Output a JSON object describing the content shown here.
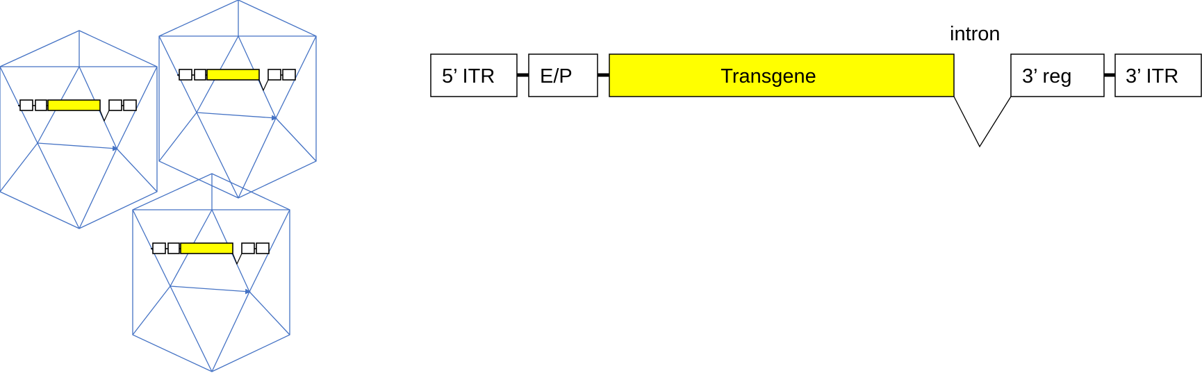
{
  "construct": {
    "itr5_label": "5’ ITR",
    "ep_label": "E/P",
    "transgene_label": "Transgene",
    "intron_label": "intron",
    "reg3_label": "3’ reg",
    "itr3_label": "3’ ITR"
  },
  "colors": {
    "capsid_line": "#4472C4",
    "transgene_fill": "#FFFF00",
    "box_stroke": "#000000"
  },
  "capsids": [
    {
      "name": "capsid-top-left"
    },
    {
      "name": "capsid-top-right"
    },
    {
      "name": "capsid-bottom"
    }
  ]
}
